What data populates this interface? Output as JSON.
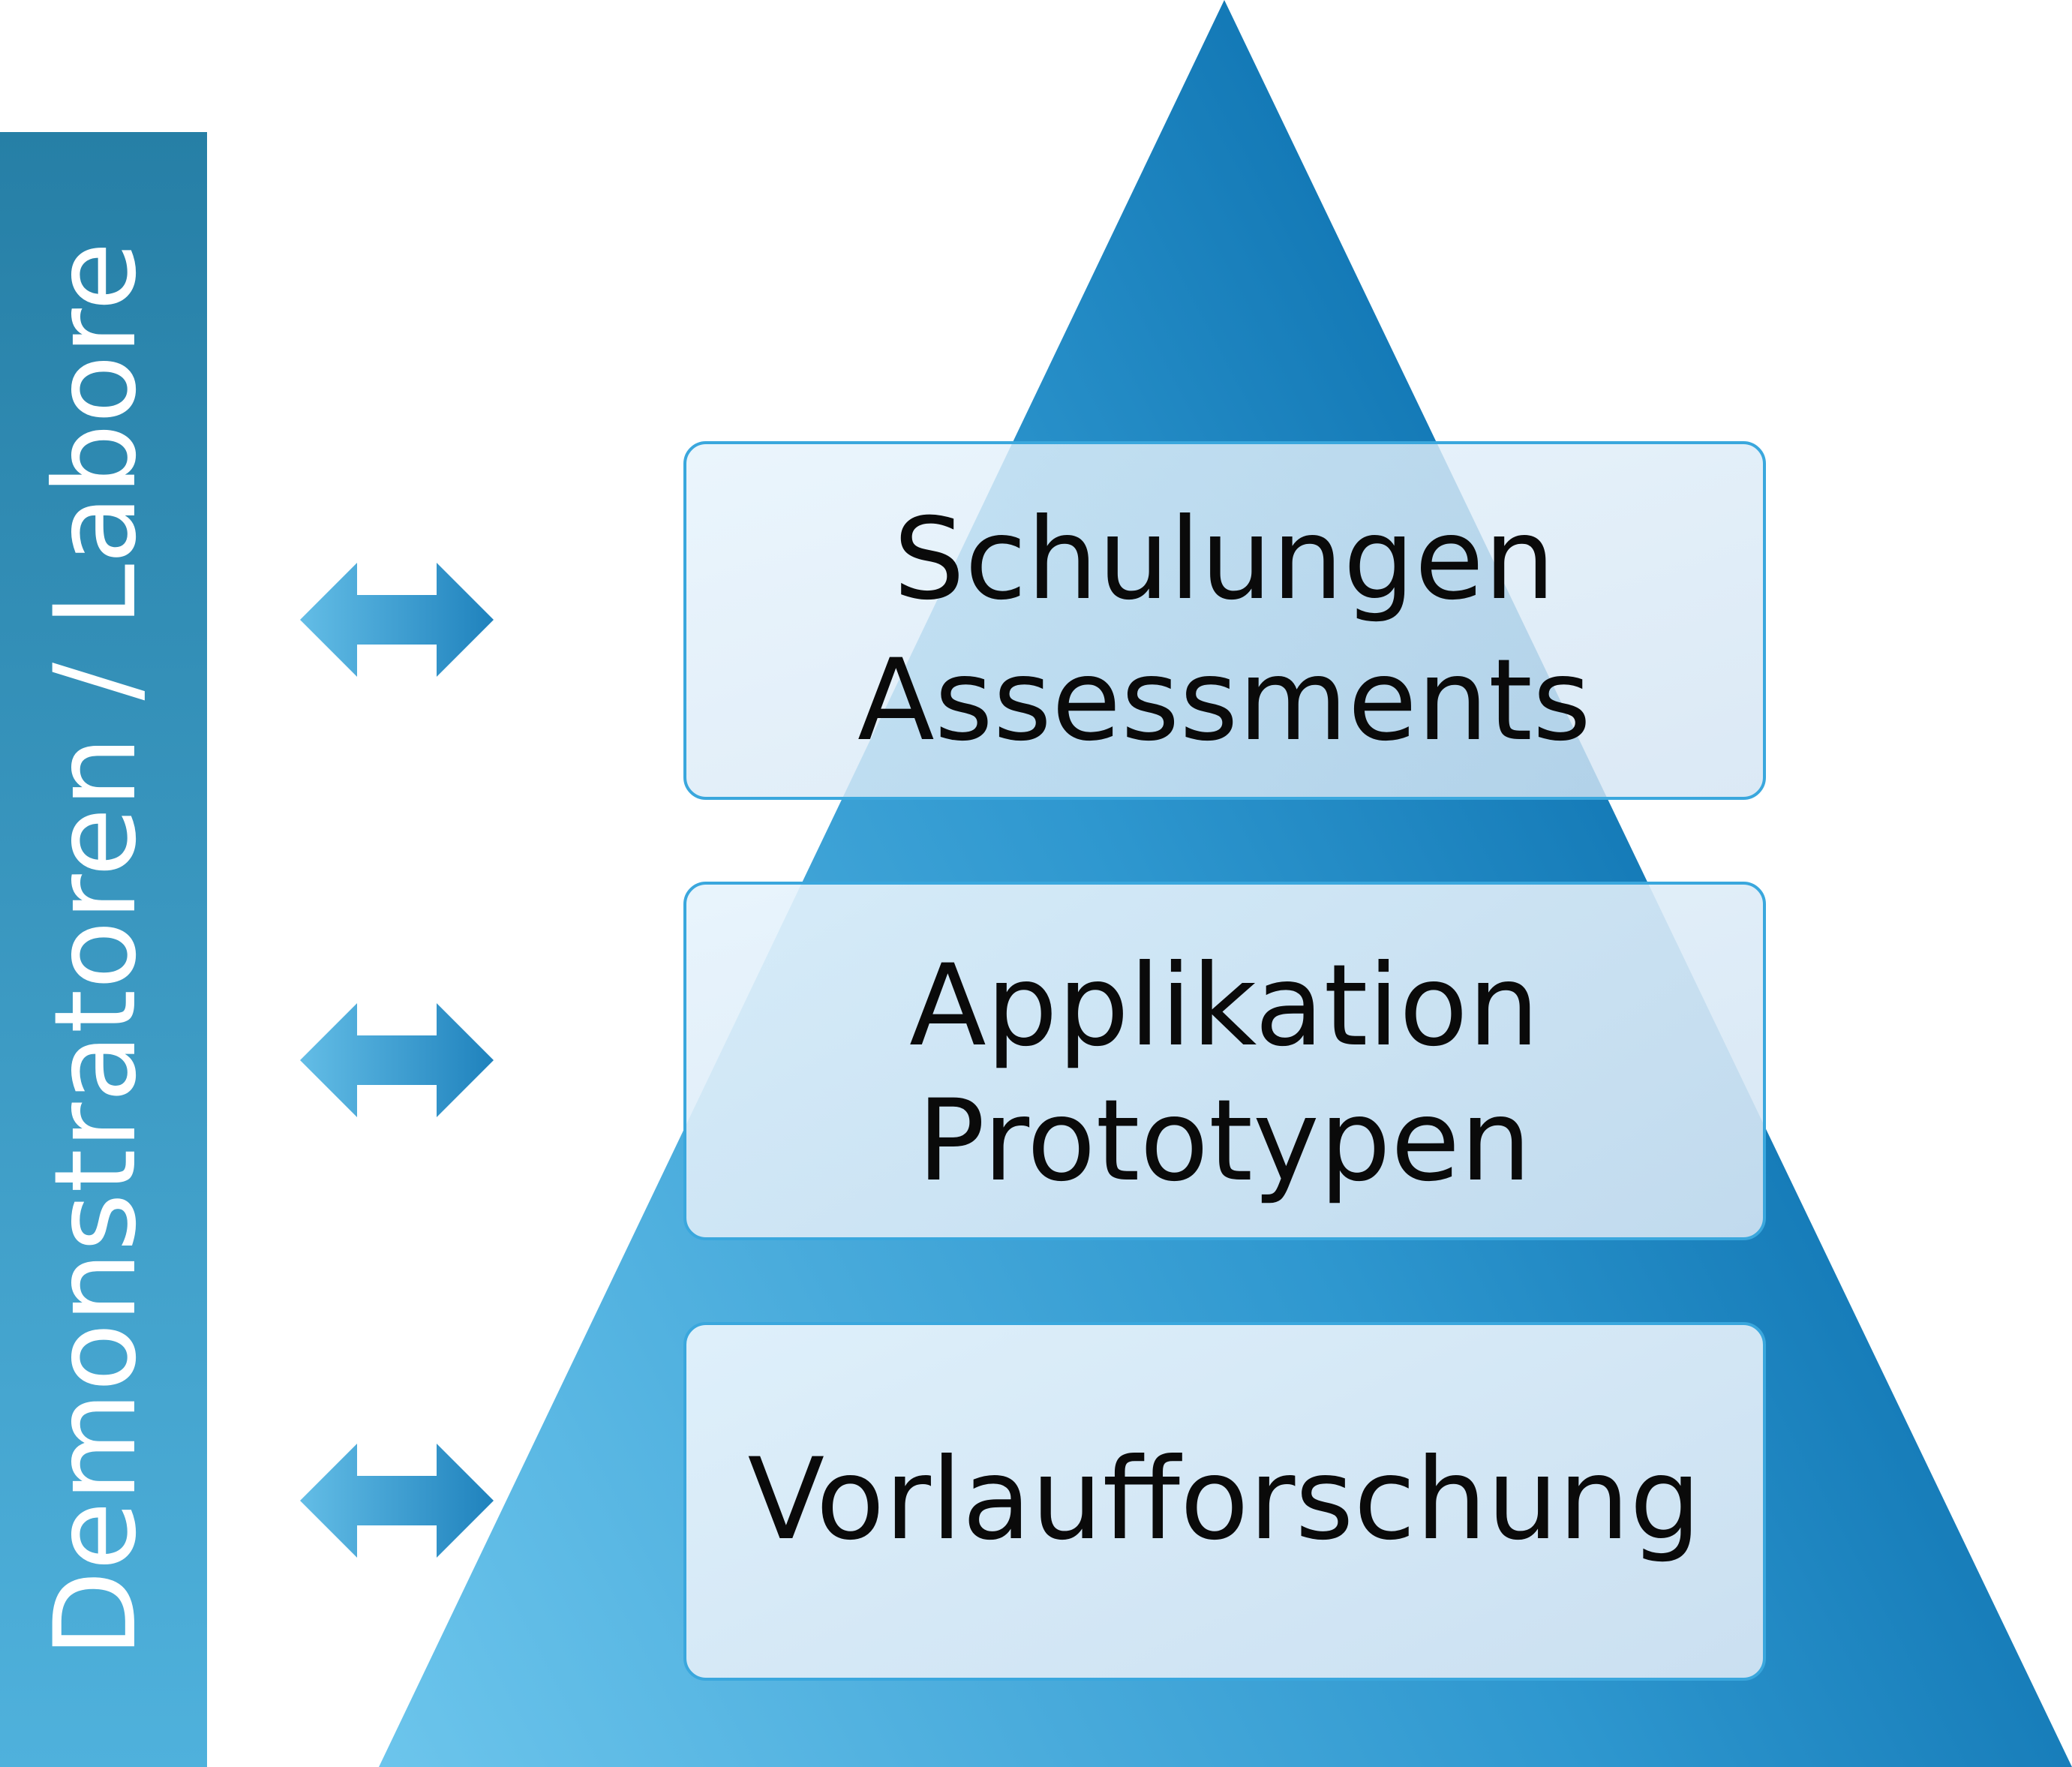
{
  "sidebar": {
    "label": "Demonstratoren / Labore",
    "color_top": "#267fa6",
    "color_bottom": "#4fb1dc"
  },
  "pyramid": {
    "color_left": "#6cc5ec",
    "color_right": "#0063a4"
  },
  "layers": [
    {
      "line1": "Schulungen",
      "line2": "Assessments"
    },
    {
      "line1": "Applikation",
      "line2": "Prototypen"
    },
    {
      "line1": "Vorlaufforschung"
    }
  ],
  "box_style": {
    "fill": "#e4f1fb",
    "border": "#3aa7dd"
  }
}
